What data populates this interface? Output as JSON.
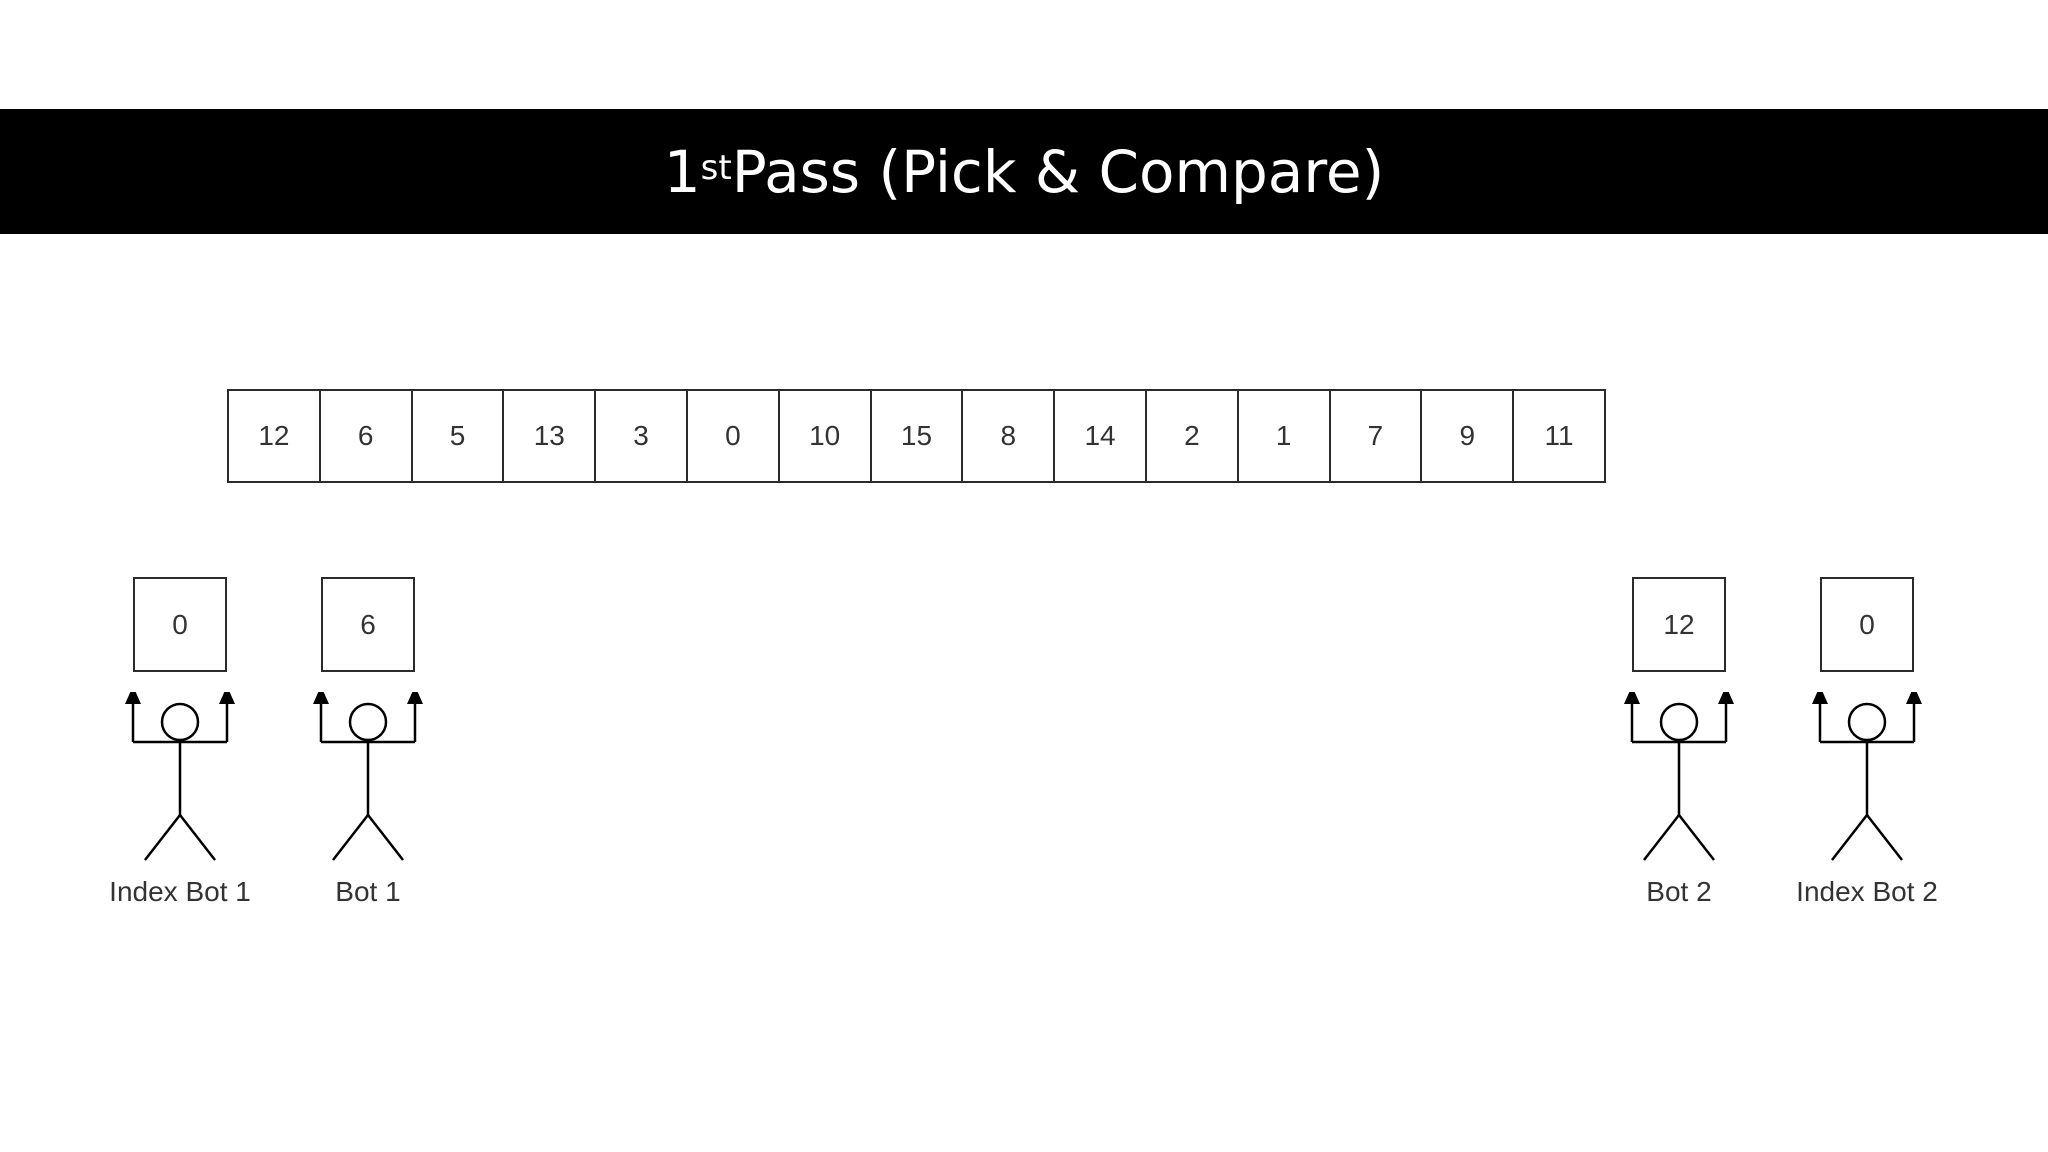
{
  "title": {
    "main_prefix": "1",
    "superscript": "st",
    "main_suffix": " Pass (Pick & Compare)"
  },
  "array": [
    "12",
    "6",
    "5",
    "13",
    "3",
    "0",
    "10",
    "15",
    "8",
    "14",
    "2",
    "1",
    "7",
    "9",
    "11"
  ],
  "bots": [
    {
      "label": "Index Bot 1",
      "value": "0"
    },
    {
      "label": "Bot 1",
      "value": "6"
    },
    {
      "label": "Bot 2",
      "value": "12"
    },
    {
      "label": "Index Bot 2",
      "value": "0"
    }
  ]
}
